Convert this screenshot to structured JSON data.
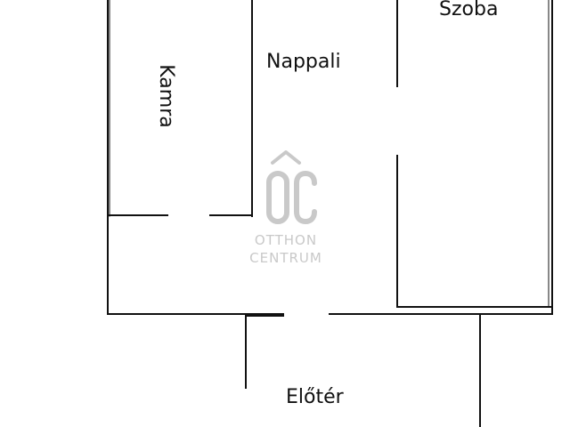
{
  "floorplan": {
    "rooms": {
      "szoba": "Szoba",
      "nappali": "Nappali",
      "kamra": "Kamra",
      "eloter": "Előtér"
    },
    "watermark": {
      "brand_line1": "OTTHON",
      "brand_line2": "CENTRUM",
      "logo_text": "ÔC"
    },
    "colors": {
      "wall": "#111111",
      "watermark": "#c9c9c9",
      "background": "#ffffff"
    }
  }
}
